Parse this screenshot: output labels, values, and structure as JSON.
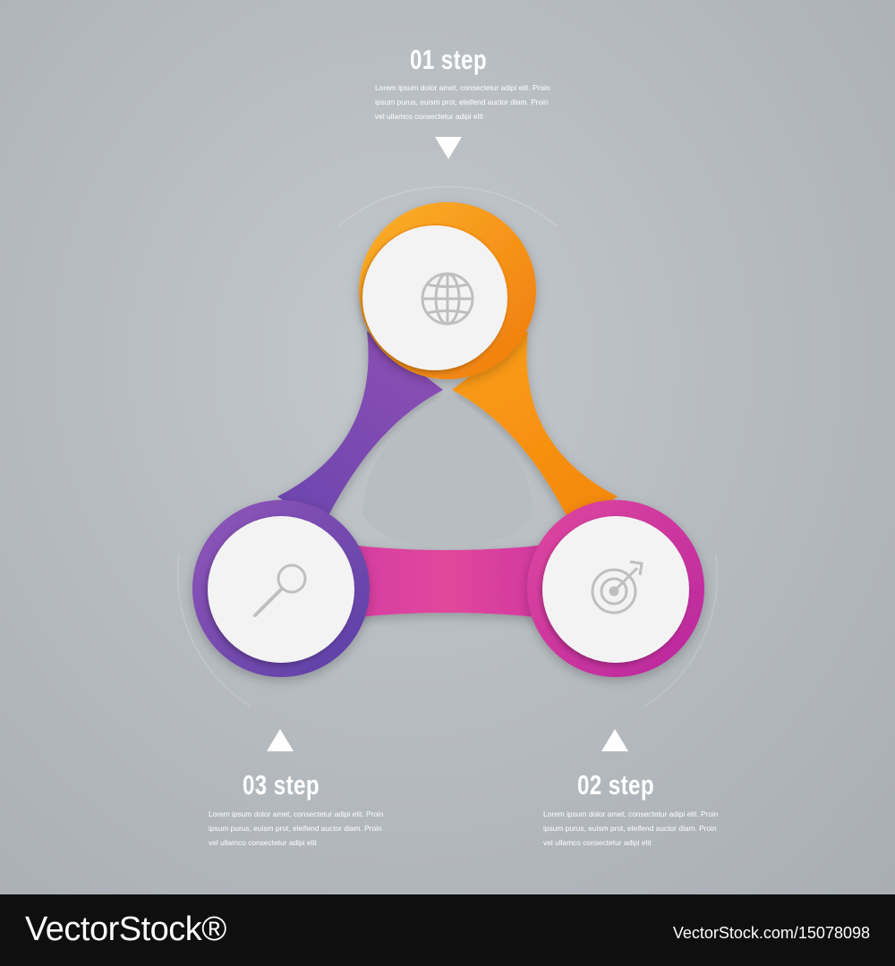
{
  "steps": [
    {
      "id": "step-1",
      "title": "01 step",
      "desc_lines": [
        "Lorem ipsum dolor amet, consectetur adipi elit. Proin",
        "ipsum purus, euism prot, eleifend auctor diam. Proin",
        "vel ullamco consectetur adipi elit"
      ],
      "icon": "globe-icon",
      "color": "#f7930e"
    },
    {
      "id": "step-2",
      "title": "02 step",
      "desc_lines": [
        "Lorem ipsum dolor amet, consectetur adipi elit. Proin",
        "ipsum purus, euism prot, eleifend auctor diam. Proin",
        "vel ullamco consectetur adipi elit"
      ],
      "icon": "target-icon",
      "color": "#c42f9e"
    },
    {
      "id": "step-3",
      "title": "03 step",
      "desc_lines": [
        "Lorem ipsum dolor amet, consectetur adipi elit. Proin",
        "ipsum purus, euism prot, eleifend auctor diam. Proin",
        "vel ullamco consectetur adipi elit"
      ],
      "icon": "magnifier-icon",
      "color": "#7045a8"
    }
  ],
  "colors": {
    "background": "#b7bcc1",
    "orange": "#f7930e",
    "magenta": "#d43a9c",
    "purple": "#6d46ad",
    "footer": "#0f0f10"
  },
  "footer": {
    "brand": "VectorStock®",
    "image_id": "VectorStock.com/15078098"
  }
}
